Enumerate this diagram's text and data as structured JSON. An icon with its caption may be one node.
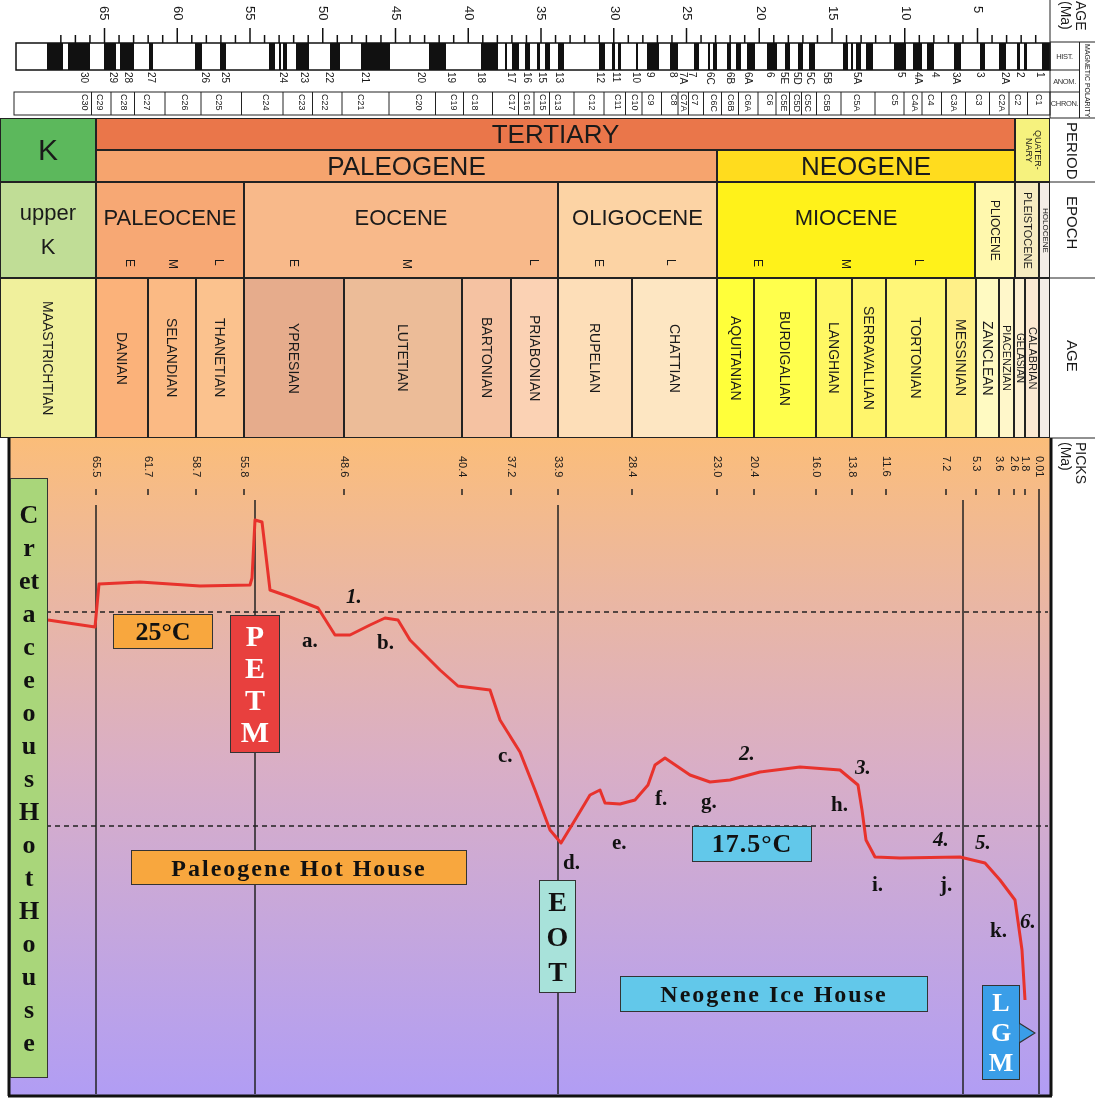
{
  "diagram": {
    "nodes": [
      {
        "text": [
          "K"
        ]
      },
      {
        "text": [
          "TERTIARY"
        ]
      },
      {
        "text": [
          "PALEOGENE"
        ]
      },
      {
        "text": [
          "NEOGENE"
        ]
      },
      {
        "text": [
          "QUATER- NARY"
        ]
      },
      {
        "text": [
          "upper K"
        ]
      },
      {
        "text": [
          "PALEOCENE",
          "E",
          "M",
          "L"
        ]
      },
      {
        "text": [
          "EOCENE",
          "E",
          "M",
          "L"
        ]
      },
      {
        "text": [
          "OLIGOCENE",
          "E",
          "L"
        ]
      },
      {
        "text": [
          "MIOCENE",
          "E",
          "M",
          "L"
        ]
      },
      {
        "text": [
          "PLIOCENE"
        ]
      },
      {
        "text": [
          "PLEISTOCENE"
        ]
      },
      {
        "text": [
          "HOLOCENE"
        ]
      },
      {
        "text": [
          "MAASTRICHTIAN"
        ]
      },
      {
        "text": [
          "DANIAN"
        ]
      },
      {
        "text": [
          "SELANDIAN"
        ]
      },
      {
        "text": [
          "THANETIAN"
        ]
      },
      {
        "text": [
          "YPRESIAN"
        ]
      },
      {
        "text": [
          "LUTETIAN"
        ]
      },
      {
        "text": [
          "BARTONIAN"
        ]
      },
      {
        "text": [
          "PRIABONIAN"
        ]
      },
      {
        "text": [
          "RUPELIAN"
        ]
      },
      {
        "text": [
          "CHATTIAN"
        ]
      },
      {
        "text": [
          "AQUITANIAN"
        ]
      },
      {
        "text": [
          "BURDIGALIAN"
        ]
      },
      {
        "text": [
          "LANGHIAN"
        ]
      },
      {
        "text": [
          "SERRAVALLIAN"
        ]
      },
      {
        "text": [
          "TORTONIAN"
        ]
      },
      {
        "text": [
          "MESSINIAN"
        ]
      },
      {
        "text": [
          "ZANCLEAN"
        ]
      },
      {
        "text": [
          "PIACENZIAN"
        ]
      },
      {
        "text": [
          "GELASIAN"
        ]
      },
      {
        "text": [
          "CALABRIAN"
        ]
      },
      {
        "text": [
          "Cretaceous Hot House"
        ]
      },
      {
        "text": [
          "25°C"
        ]
      },
      {
        "text": [
          "PETM"
        ]
      },
      {
        "text": [
          "Paleogene Hot House"
        ]
      },
      {
        "text": [
          "EOT"
        ]
      },
      {
        "text": [
          "17.5°C"
        ]
      },
      {
        "text": [
          "Neogene Ice House"
        ]
      },
      {
        "text": [
          "LGM"
        ]
      }
    ],
    "labels": [
      "65",
      "60",
      "55",
      "50",
      "45",
      "40",
      "35",
      "30",
      "25",
      "20",
      "15",
      "10",
      "5",
      "AGE (Ma)",
      "30",
      "29",
      "28",
      "27",
      "26",
      "25",
      "24",
      "23",
      "22",
      "21",
      "20",
      "19",
      "18",
      "17",
      "16",
      "15",
      "13",
      "12",
      "11",
      "10",
      "9",
      "8",
      "7A",
      "7",
      "6C",
      "6B",
      "6A",
      "6",
      "5E",
      "5D",
      "5C",
      "5B",
      "5A",
      "5",
      "4A",
      "4",
      "3A",
      "3",
      "2A",
      "2",
      "1",
      "C30",
      "C29",
      "C28",
      "C27",
      "C26",
      "C25",
      "C24",
      "C23",
      "C22",
      "C21",
      "C20",
      "C19",
      "C18",
      "C17",
      "C16",
      "C15",
      "C13",
      "C12",
      "C11",
      "C10",
      "C9",
      "C8",
      "C7A",
      "C7",
      "C6C",
      "C6B",
      "C6A",
      "C6",
      "C5E",
      "C5D",
      "C5C",
      "C5B",
      "C5A",
      "C5",
      "C4A",
      "C4",
      "C3A",
      "C3",
      "C2A",
      "C2",
      "C1",
      "HIST.",
      "ANOM.",
      "CHRON.",
      "MAGNETIC POLARITY",
      "PERIOD",
      "EPOCH",
      "AGE",
      "PICKS (Ma)",
      "65.5",
      "61.7",
      "58.7",
      "55.8",
      "48.6",
      "40.4",
      "37.2",
      "33.9",
      "28.4",
      "23.0",
      "20.4",
      "16.0",
      "13.8",
      "11.6",
      "7.2",
      "5.3",
      "3.6",
      "2.6",
      "1.8",
      "0.01",
      "1.",
      "a.",
      "b.",
      "c.",
      "2.",
      "3.",
      "f.",
      "g.",
      "h.",
      "e.",
      "4.",
      "5.",
      "d.",
      "i.",
      "j.",
      "6.",
      "k."
    ]
  }
}
